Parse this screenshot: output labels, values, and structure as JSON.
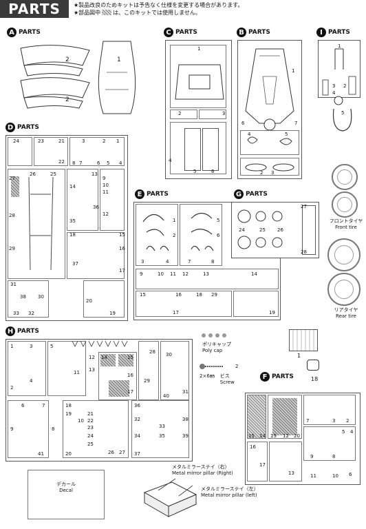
{
  "header": {
    "title": "PARTS",
    "note1": "★製品改良のためキットは予告なく仕様を変更する場合があります。",
    "note2": "★部品図中",
    "note2b": "は、このキットでは使用しません。"
  },
  "trees": {
    "A": {
      "letter": "A",
      "label": "PARTS",
      "nums": [
        "2",
        "1",
        "2"
      ]
    },
    "C": {
      "letter": "C",
      "label": "PARTS",
      "nums": [
        "1",
        "2",
        "3",
        "4",
        "5",
        "6"
      ]
    },
    "B": {
      "letter": "B",
      "label": "PARTS",
      "nums": [
        "1",
        "6",
        "7",
        "4",
        "5",
        "2",
        "3"
      ]
    },
    "I": {
      "letter": "I",
      "label": "PARTS",
      "nums": [
        "1",
        "2",
        "3",
        "4",
        "5"
      ]
    },
    "D": {
      "letter": "D",
      "label": "PARTS",
      "nums": [
        "24",
        "23",
        "21",
        "22",
        "3",
        "2",
        "1",
        "8",
        "7",
        "6",
        "5",
        "4",
        "27",
        "26",
        "25",
        "14",
        "13",
        "9",
        "10",
        "11",
        "12",
        "28",
        "36",
        "35",
        "29",
        "18",
        "15",
        "16",
        "37",
        "17",
        "31",
        "38",
        "30",
        "33",
        "32",
        "20",
        "19"
      ]
    },
    "E": {
      "letter": "E",
      "label": "PARTS",
      "nums": [
        "1",
        "5",
        "2",
        "6",
        "3",
        "4",
        "7",
        "8",
        "9",
        "10",
        "11",
        "12",
        "13",
        "14",
        "15",
        "16",
        "18",
        "29",
        "17",
        "19"
      ]
    },
    "G": {
      "letter": "G",
      "label": "PARTS",
      "nums": [
        "27",
        "24",
        "25",
        "26",
        "28"
      ]
    },
    "H": {
      "letter": "H",
      "label": "PARTS",
      "nums": [
        "1",
        "3",
        "5",
        "14",
        "15",
        "28",
        "30",
        "2",
        "4",
        "11",
        "12",
        "13",
        "16",
        "17",
        "29",
        "31",
        "40",
        "6",
        "7",
        "8",
        "10",
        "9",
        "18",
        "19",
        "20",
        "21",
        "22",
        "23",
        "24",
        "25",
        "26",
        "27",
        "36",
        "32",
        "33",
        "38",
        "34",
        "35",
        "39",
        "37",
        "41"
      ]
    },
    "F": {
      "letter": "F",
      "label": "PARTS",
      "nums": [
        "15",
        "14",
        "19",
        "12",
        "20",
        "7",
        "3",
        "2",
        "9",
        "8",
        "5",
        "4",
        "16",
        "13",
        "11",
        "10",
        "6",
        "17"
      ]
    }
  },
  "tires": {
    "front_jp": "フロントタイヤ",
    "front_en": "Front tire",
    "rear_jp": "リアタイヤ",
    "rear_en": "Rear tire"
  },
  "polycap": {
    "jp": "ポリキャップ",
    "en": "Poly cap"
  },
  "screw": {
    "num": "2",
    "size": "2×6㎜",
    "jp": "ビス",
    "en": "Screw"
  },
  "part18": "18",
  "part1": "1",
  "decal": {
    "jp": "デカール",
    "en": "Decal"
  },
  "mirror_right": {
    "jp": "メタルミラーステイ（右）",
    "en": "Metal mirror pillar (Right)"
  },
  "mirror_left": {
    "jp": "メタルミラーステイ（左）",
    "en": "Metal mirror pillar (left)"
  }
}
